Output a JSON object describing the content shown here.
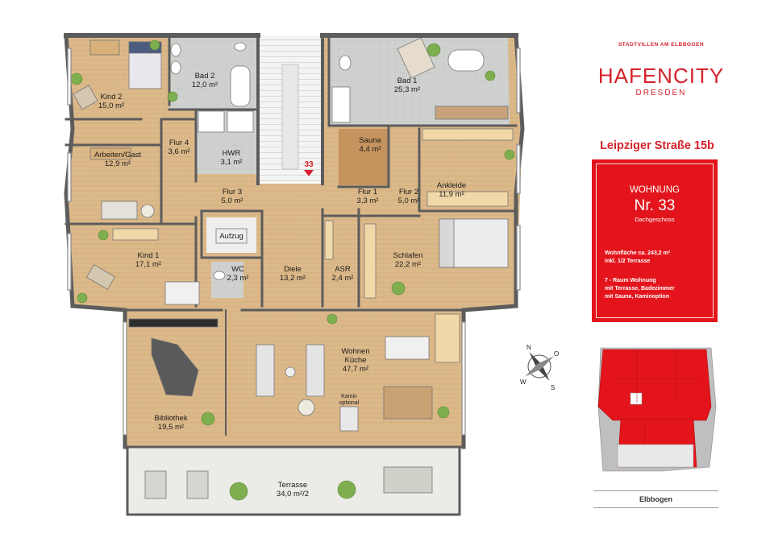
{
  "brand": {
    "arc_text": "STADTVILLEN AM ELBBOGEN",
    "name": "HAFENCITY",
    "city": "DRESDEN"
  },
  "address": "Leipziger Straße 15b",
  "unit": {
    "title": "WOHNUNG",
    "number": "Nr. 33",
    "floor": "Dachgeschoss",
    "area_text": "Wohnfläche ca. 243,2 m²\ninkl. 1/2 Terrasse",
    "features_text": "7 - Raum Wohnung\nmit Terrasse, Badezimmer\nmit Sauna, Kaminoption"
  },
  "entrance_marker": "33",
  "site_plan_caption": "Elbbogen",
  "compass": [
    "N",
    "O",
    "S",
    "W"
  ],
  "rooms": [
    {
      "name": "Kind 2",
      "area": "15,0 m²"
    },
    {
      "name": "Bad 2",
      "area": "12,0 m²"
    },
    {
      "name": "Bad 1",
      "area": "25,3 m²"
    },
    {
      "name": "Flur 4",
      "area": "3,6 m²"
    },
    {
      "name": "HWR",
      "area": "3,1 m²"
    },
    {
      "name": "Sauna",
      "area": "4,4 m²"
    },
    {
      "name": "Arbeiten/Gast",
      "area": "12,9 m²"
    },
    {
      "name": "Ankleide",
      "area": "11,9 m²"
    },
    {
      "name": "Flur 3",
      "area": "5,0 m²"
    },
    {
      "name": "Flur 1",
      "area": "3,3 m²"
    },
    {
      "name": "Flur 2",
      "area": "5,0 m²"
    },
    {
      "name": "Kind 1",
      "area": "17,1 m²"
    },
    {
      "name": "WC",
      "area": "2,3 m²"
    },
    {
      "name": "Diele",
      "area": "13,2 m²"
    },
    {
      "name": "ASR",
      "area": "2,4 m²"
    },
    {
      "name": "Schlafen",
      "area": "22,2 m²"
    },
    {
      "name": "Wohnen\nKüche",
      "area": "47,7 m²"
    },
    {
      "name": "Bibliothek",
      "area": "19,5 m²"
    },
    {
      "name": "Terrasse",
      "area": "34,0 m²/2"
    }
  ],
  "fixtures": {
    "lift": "Aufzug",
    "fireplace": "Kamin\noptional"
  },
  "colors": {
    "brand_red": "#d6222b",
    "panel_red": "#e3141b",
    "wood_floor": "#dcb98a",
    "tile_floor": "#cfd1cf",
    "terrace_floor": "#eceae6",
    "wall": "#5c5c5c"
  }
}
